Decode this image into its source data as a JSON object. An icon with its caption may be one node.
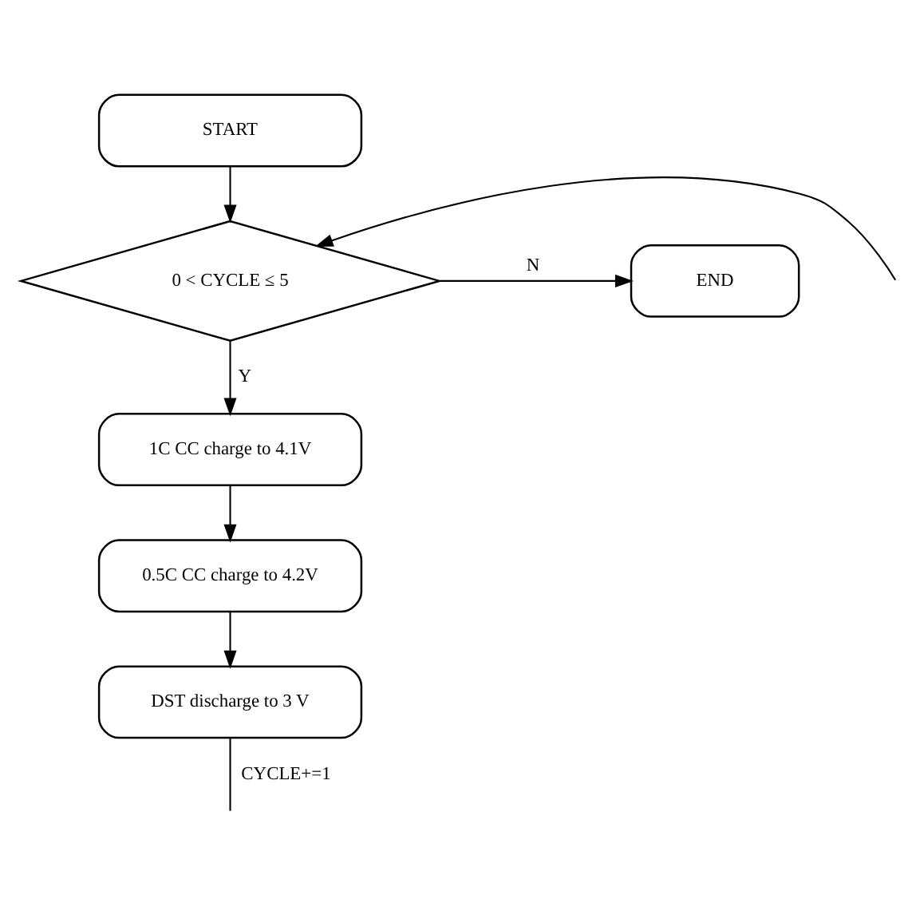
{
  "diagram": {
    "nodes": [
      {
        "text": [
          "START"
        ]
      },
      {
        "text": [
          "0 < CYCLE ≤ 5"
        ]
      },
      {
        "text": [
          "END"
        ]
      },
      {
        "text": [
          "1C CC charge to 4.1V"
        ]
      },
      {
        "text": [
          "0.5C CC charge to 4.2V"
        ]
      },
      {
        "text": [
          "DST discharge to 3 V"
        ]
      }
    ],
    "edges": [
      {
        "from": 0,
        "to": 1,
        "arrow": "to"
      },
      {
        "from": 1,
        "to": 2,
        "arrow": "to",
        "label": "N"
      },
      {
        "from": 1,
        "to": 3,
        "arrow": "to",
        "label": "Y"
      },
      {
        "from": 3,
        "to": 4,
        "arrow": "to"
      },
      {
        "from": 4,
        "to": 5,
        "arrow": "to"
      },
      {
        "from": 5,
        "to": null,
        "arrow": "none",
        "label": "CYCLE+=1"
      },
      {
        "from": null,
        "to": 1,
        "arrow": "to"
      }
    ]
  }
}
